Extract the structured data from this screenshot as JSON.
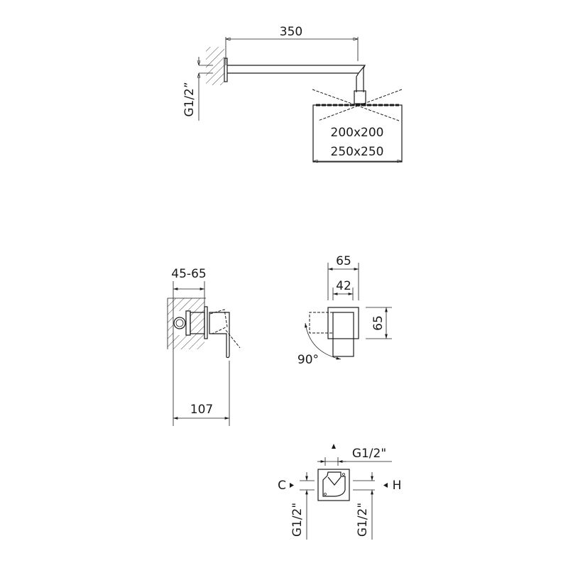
{
  "shower_arm": {
    "length_label": "350",
    "thread_label": "G1/2”",
    "head_size_1": "200x200",
    "head_size_2": "250x250"
  },
  "mixer_side": {
    "wall_depth_label": "45-65",
    "total_depth_label": "107"
  },
  "mixer_front": {
    "plate_width_label": "65",
    "handle_width_label": "42",
    "plate_height_label": "65",
    "rotation_label": "90°"
  },
  "valve_body": {
    "top_thread_label": "G1/2\"",
    "cold_label": "C",
    "hot_label": "H",
    "left_thread_label": "G1/2\"",
    "right_thread_label": "G1/2\""
  },
  "colors": {
    "line": "#1a1a1a",
    "background": "#ffffff"
  }
}
